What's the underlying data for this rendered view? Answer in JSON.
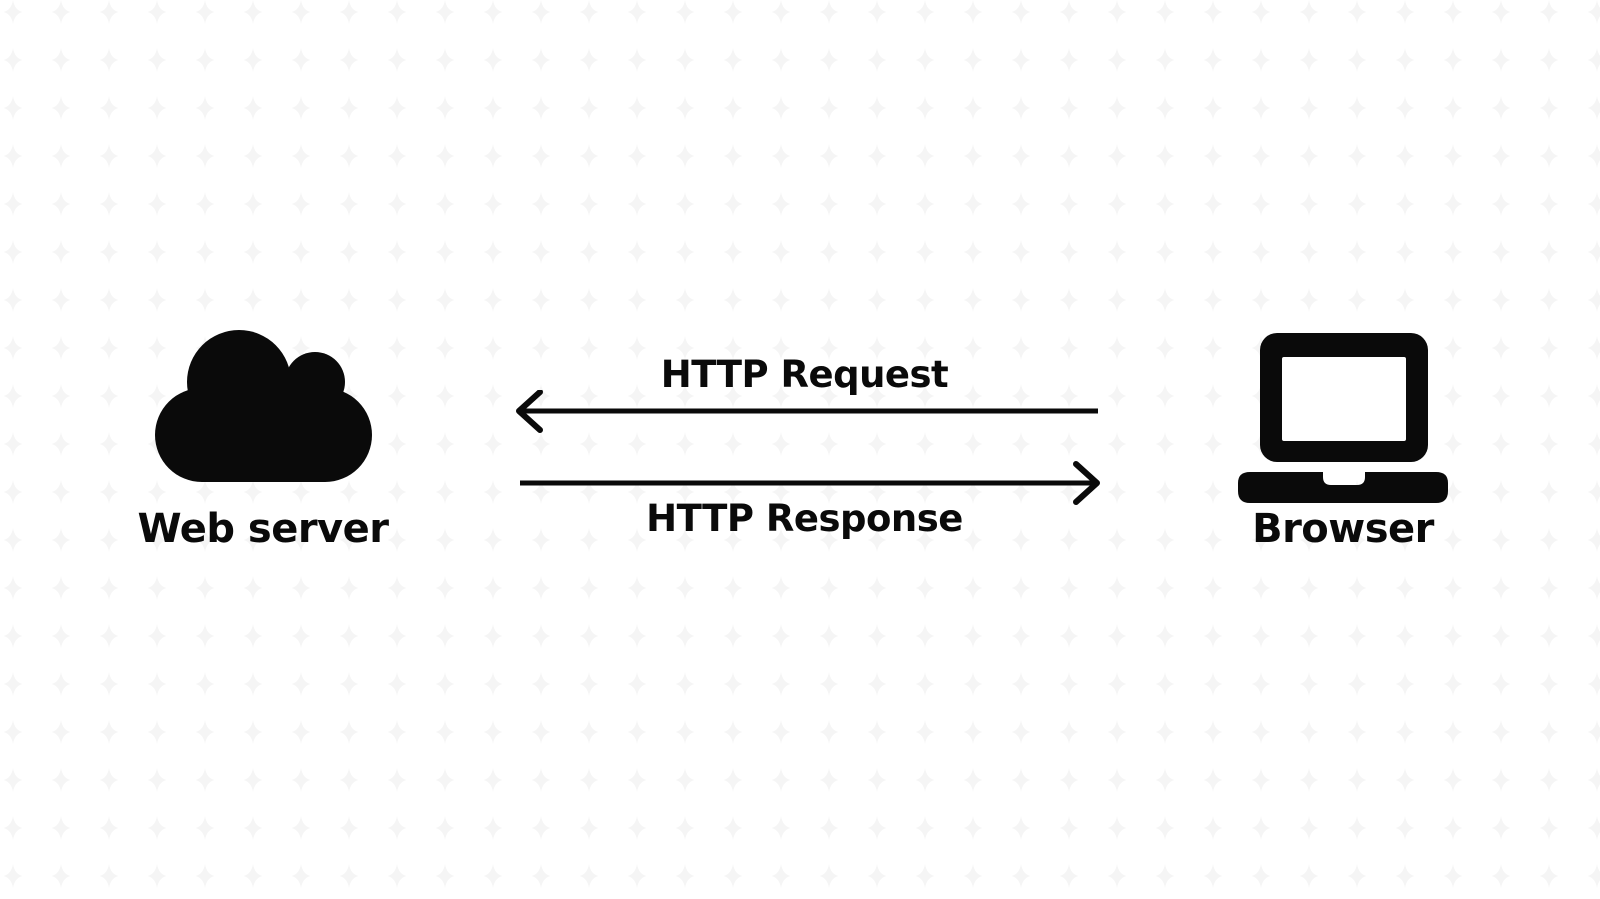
{
  "nodes": {
    "server": {
      "label": "Web server",
      "icon": "cloud-icon"
    },
    "browser": {
      "label": "Browser",
      "icon": "laptop-icon"
    }
  },
  "arrows": {
    "request": {
      "label": "HTTP Request",
      "direction": "browser-to-server",
      "points": "left"
    },
    "response": {
      "label": "HTTP Response",
      "direction": "server-to-browser",
      "points": "right"
    }
  },
  "colors": {
    "foreground": "#0a0a0a",
    "background": "#ffffff",
    "pattern": "#f5f5f5"
  }
}
